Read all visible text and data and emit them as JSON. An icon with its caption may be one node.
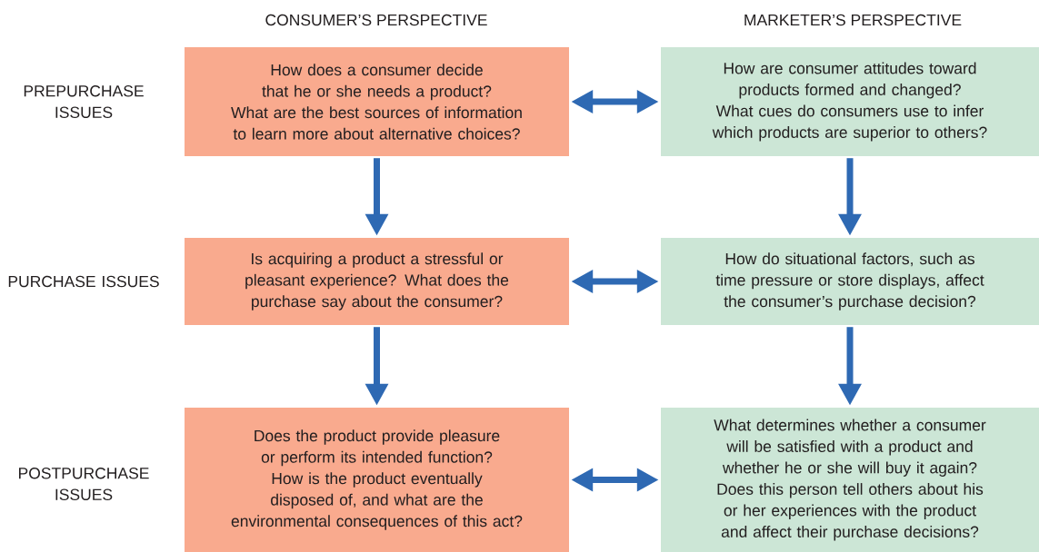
{
  "diagram": {
    "nodes": [
      {
        "text": [
          "How does a consumer decide that he or she needs a product?",
          "What are the best sources of information to learn more about alternative choices?"
        ]
      },
      {
        "text": [
          "How are consumer attitudes toward products formed and changed?",
          "What cues do consumers use to infer which products are superior to others?"
        ]
      },
      {
        "text": [
          "Is acquiring a product a stressful or pleasant experience? What does the purchase say about the consumer?"
        ]
      },
      {
        "text": [
          "How do situational factors, such as time pressure or store displays, affect the consumer’s purchase decision?"
        ]
      },
      {
        "text": [
          "Does the product provide pleasure or perform its intended function?",
          "How is the product eventually disposed of, and what are the environmental consequences of this act?"
        ]
      },
      {
        "text": [
          "What determines whether a consumer will be satisfied with a product and whether he or she will buy it again?",
          "Does this person tell others about his or her experiences with the product and affect their purchase decisions?"
        ]
      }
    ],
    "edges": [
      {
        "from": 0,
        "to": 1,
        "arrow": "both"
      },
      {
        "from": 0,
        "to": 2,
        "arrow": "to"
      },
      {
        "from": 1,
        "to": 3,
        "arrow": "to"
      },
      {
        "from": 2,
        "to": 3,
        "arrow": "both"
      },
      {
        "from": 2,
        "to": 4,
        "arrow": "to"
      },
      {
        "from": 3,
        "to": 5,
        "arrow": "to"
      },
      {
        "from": 4,
        "to": 5,
        "arrow": "both"
      }
    ],
    "labels": [
      "CONSUMER’S PERSPECTIVE",
      "MARKETER’S PERSPECTIVE",
      "PREPURCHASE ISSUES",
      "PURCHASE ISSUES",
      "POSTPURCHASE ISSUES"
    ]
  }
}
